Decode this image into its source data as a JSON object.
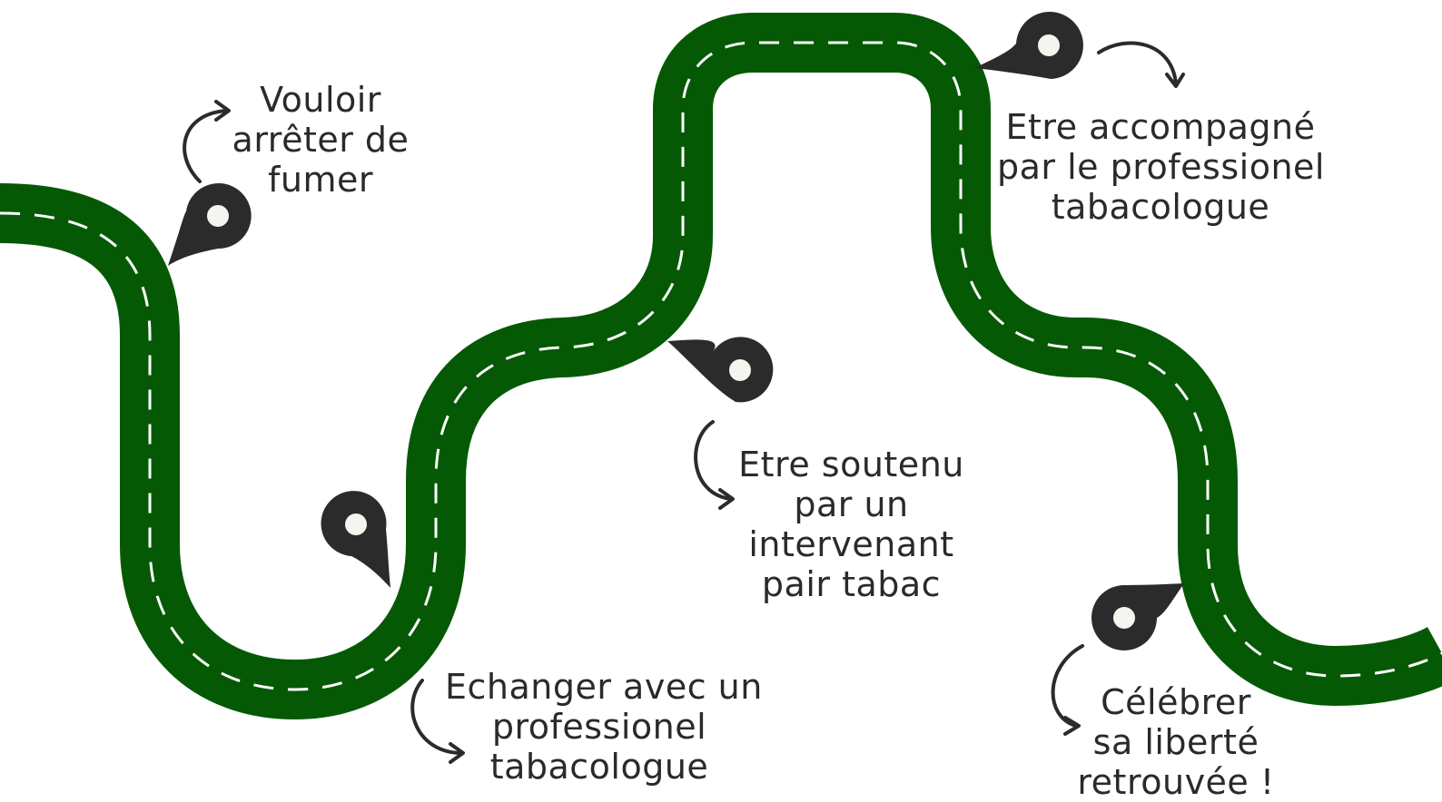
{
  "road_color": "#055905",
  "marker_color": "#2b2b2b",
  "milestones": [
    {
      "lines": [
        "Vouloir",
        "arrêter de",
        "fumer"
      ]
    },
    {
      "lines": [
        "Echanger avec un",
        "professionel",
        "tabacologue"
      ]
    },
    {
      "lines": [
        "Etre soutenu",
        "par un",
        "intervenant",
        "pair tabac"
      ]
    },
    {
      "lines": [
        "Etre accompagné",
        "par le professionel",
        "tabacologue"
      ]
    },
    {
      "lines": [
        "Célébrer",
        "sa liberté",
        "retrouvée !"
      ]
    }
  ],
  "icons": [
    "map-pin-icon",
    "curved-arrow-icon"
  ]
}
